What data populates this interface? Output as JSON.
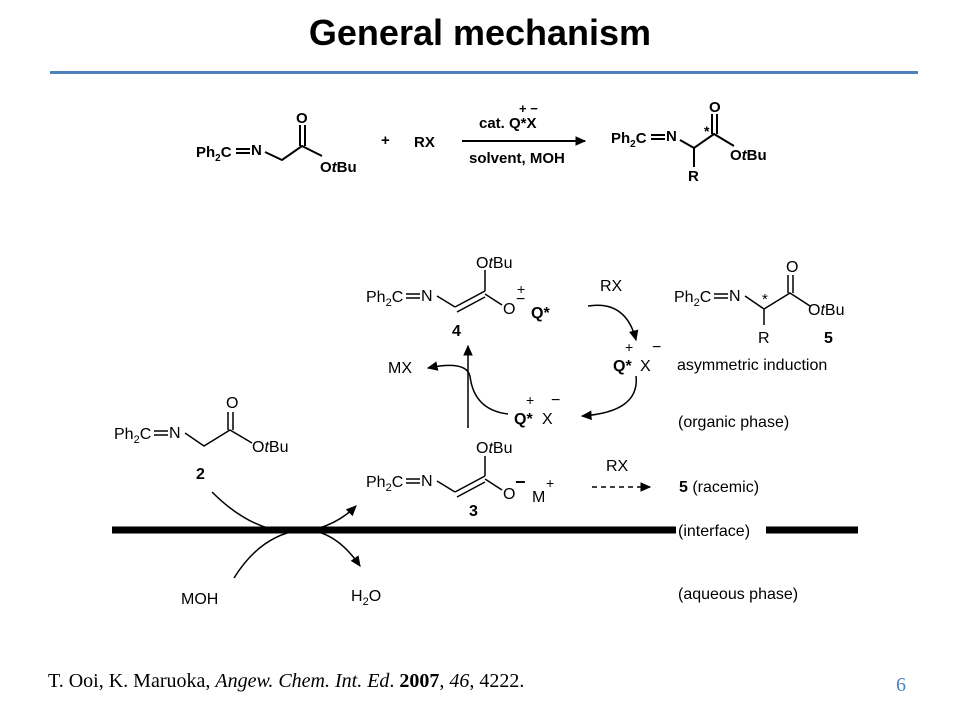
{
  "slide": {
    "title": "General mechanism",
    "page_number": "6",
    "citation": {
      "authors": "T. Ooi, K. Maruoka, ",
      "journal": "Angew. Chem. Int. Ed",
      "sep1": ". ",
      "year": "2007",
      "sep2": ", ",
      "volume": "46",
      "sep3": ", 4222."
    }
  },
  "top_scheme": {
    "plus": "+",
    "reagent": "RX",
    "catalyst_charges": "+  −",
    "catalyst": "cat. Q*X",
    "conditions": "solvent, MOH",
    "stereo_mark": "*",
    "substituent_r": "R",
    "carbonyl_o": "O"
  },
  "cycle": {
    "enolate_4_ester": "OtBu",
    "enolate_4_label": "4",
    "ion_pair_cation": "Q*",
    "rx_upper": "RX",
    "product_5_label": "5",
    "asymmetric_induction": "asymmetric induction",
    "salt_mx": "MX",
    "organic_phase": "(organic phase)",
    "substrate_2_label": "2",
    "enolate_3_label": "3",
    "enolate_3_cation": "M",
    "rx_lower": "RX",
    "racemic": "5 (racemic)",
    "interface": "(interface)",
    "base_moh": "MOH",
    "water": "H2O",
    "aqueous_phase": "(aqueous phase)"
  }
}
